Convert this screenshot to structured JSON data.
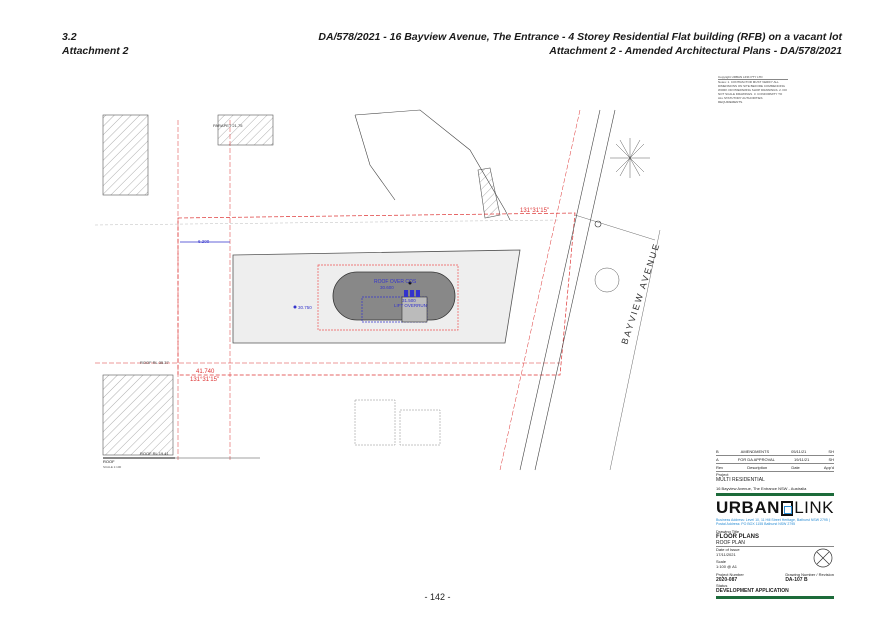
{
  "header": {
    "item_no": "3.2",
    "attachment": "Attachment 2",
    "title": "DA/578/2021 - 16 Bayview Avenue, The Entrance - 4 Storey Residential Flat building (RFB) on a vacant lot",
    "subtitle": "Attachment 2 - Amended Architectural Plans - DA/578/2021"
  },
  "plan": {
    "street": "BAYVIEW AVENUE",
    "roof_label": "ROOF OVER COS",
    "roof_rl": "30.600",
    "lift_rl": "31.500",
    "lift_label": "LIFT OVERRUN",
    "parapet": "PARAPET 21.75",
    "roof_rl_left_top": "ROOF RL 35.37",
    "roof_rl_left_bottom": "ROOF RL 19.41",
    "dim_setback": "6.200",
    "spot_level": "30.750",
    "boundary_dim": "41.740",
    "bearing": "131°31'15\"",
    "roof_title": "ROOF",
    "roof_scale": "SCALE 1:100"
  },
  "notes": {
    "copyright": "Copyright URBAN LINK PTY LTD",
    "text": "Notes: 1. CONTRACTOR MUST VERIFY ALL DIMENSIONS ON SITE BEFORE COMMENCING WORK OR PREPARING SHOP DRAWINGS. 2. DO NOT SCALE DRAWINGS. 3. CONFORMITY TO ALL STATUTORY AUTHORITIES REQUIREMENTS."
  },
  "title_block": {
    "revisions": [
      {
        "rev": "B",
        "desc": "AMENDMENTS",
        "date": "05/11/21",
        "app": "SH"
      },
      {
        "rev": "A",
        "desc": "FOR DA APPROVAL",
        "date": "19/11/21",
        "app": "SH"
      }
    ],
    "rev_headers": [
      "Rev",
      "Description",
      "Date",
      "App'd"
    ],
    "project_label": "Project",
    "project": "MULTI RESIDENTIAL",
    "address": "16 Bayview Avenue, The Entrance NSW - Australia",
    "company_left": "URBAN",
    "company_right": "LINK",
    "company_details": "Business Address: Level 10, 11 Hill Street Heritage, Bathurst NSW 2795 | Postal Address: PO BOX 1155 Bathurst NSW 2795",
    "drawing_title_label": "Drawing Title",
    "drawing_title": "FLOOR PLANS",
    "drawing_sub": "ROOF PLAN",
    "date_label": "Date of Issue",
    "date": "17/11/2021",
    "scale_label": "Scale",
    "scale": "1:100 @ A1",
    "project_no_label": "Project Number",
    "project_no": "2020-087",
    "drawing_no_label": "Drawing Number / Revision",
    "drawing_no": "DA-107",
    "revision": "B",
    "status_label": "Status",
    "status": "DEVELOPMENT APPLICATION"
  },
  "footer": {
    "page": "- 142 -"
  }
}
